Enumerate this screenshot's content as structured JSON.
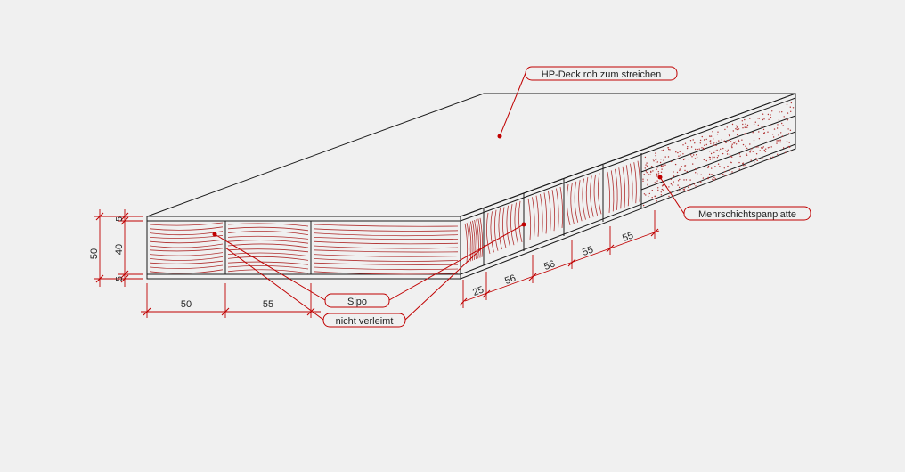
{
  "labels": {
    "top_surface": "HP-Deck roh zum streichen",
    "edge_layer": "Mehrschichtspanplatte",
    "core": "Sipo",
    "joint": "nicht verleimt"
  },
  "dimensions": {
    "thickness_total": "50",
    "thickness_top": "5",
    "thickness_core": "40",
    "thickness_bottom": "5",
    "front_widths": [
      "50",
      "55"
    ],
    "side_widths": [
      "25",
      "56",
      "56",
      "55",
      "55"
    ]
  },
  "colors": {
    "line": "#1a1a1a",
    "annotation": "#c00000",
    "grain": "#b03030",
    "background": "#f0f0f0"
  }
}
